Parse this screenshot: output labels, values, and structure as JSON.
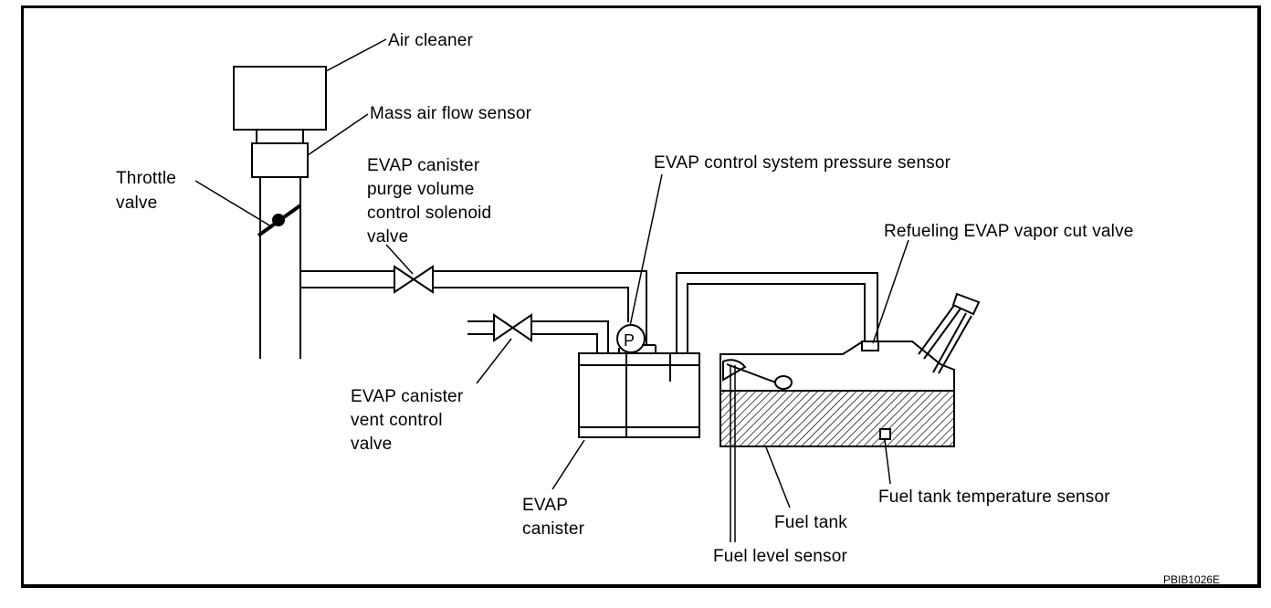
{
  "diagram": {
    "labels": {
      "air_cleaner": "Air cleaner",
      "maf_sensor": "Mass air flow sensor",
      "throttle_1": "Throttle",
      "throttle_2": "valve",
      "purge_1": "EVAP canister",
      "purge_2": "purge volume",
      "purge_3": "control solenoid",
      "purge_4": "valve",
      "pressure_sensor": "EVAP control system pressure sensor",
      "refuel_valve": "Refueling EVAP vapor cut valve",
      "vent_1": "EVAP canister",
      "vent_2": "vent control",
      "vent_3": "valve",
      "canister_1": "EVAP",
      "canister_2": "canister",
      "fuel_tank": "Fuel tank",
      "temp_sensor": "Fuel tank temperature sensor",
      "level_sensor": "Fuel level sensor",
      "pressure_symbol": "P"
    },
    "figure_code": "PBIB1026E"
  }
}
